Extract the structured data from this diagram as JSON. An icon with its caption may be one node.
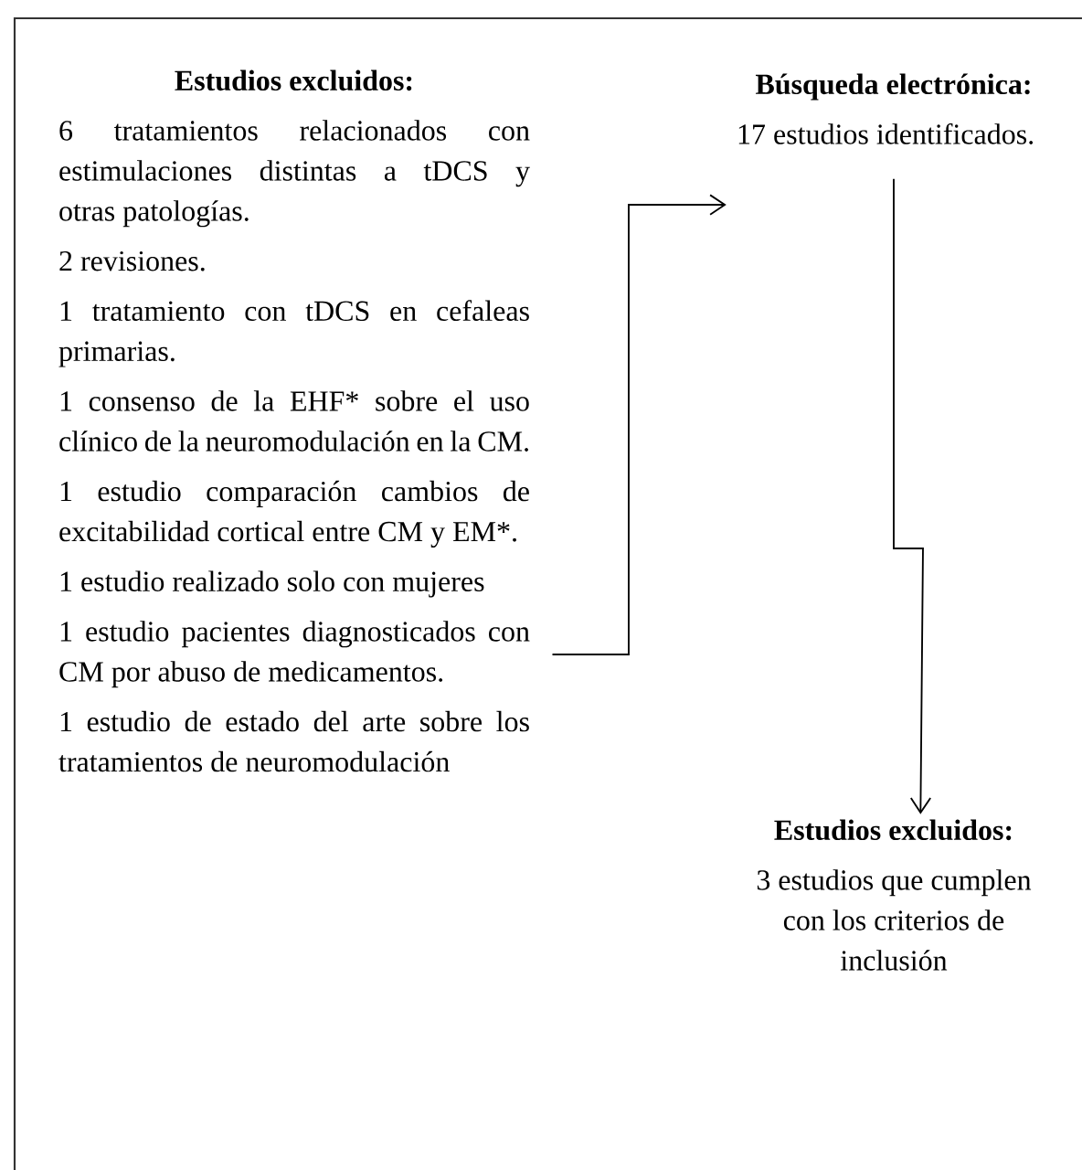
{
  "diagram": {
    "nodes": [
      {
        "text": [
          "Estudios excluidos:",
          "6 tratamientos relacionados con estimulaciones distintas a tDCS y otras patologías.",
          "2 revisiones.",
          "1 tratamiento con tDCS en cefaleas primarias.",
          "1 consenso de la EHF* sobre el uso clínico de la neuromodulación en la CM.",
          "1 estudio comparación cambios de excitabilidad cortical entre CM y EM*.",
          "1 estudio realizado solo con mujeres",
          "1 estudio pacientes diagnosticados con CM por abuso de medicamentos.",
          "1 estudio de estado del arte sobre los tratamientos de neuromodulación"
        ]
      },
      {
        "text": [
          "Búsqueda electrónica:",
          "17 estudios identificados."
        ]
      },
      {
        "text": [
          "Estudios excluidos:",
          "3 estudios que cumplen con los criterios de inclusión"
        ]
      }
    ],
    "edges": [
      {
        "from": 0,
        "to": 1,
        "arrow": "to"
      },
      {
        "from": 1,
        "to": 2,
        "arrow": "to"
      }
    ]
  }
}
